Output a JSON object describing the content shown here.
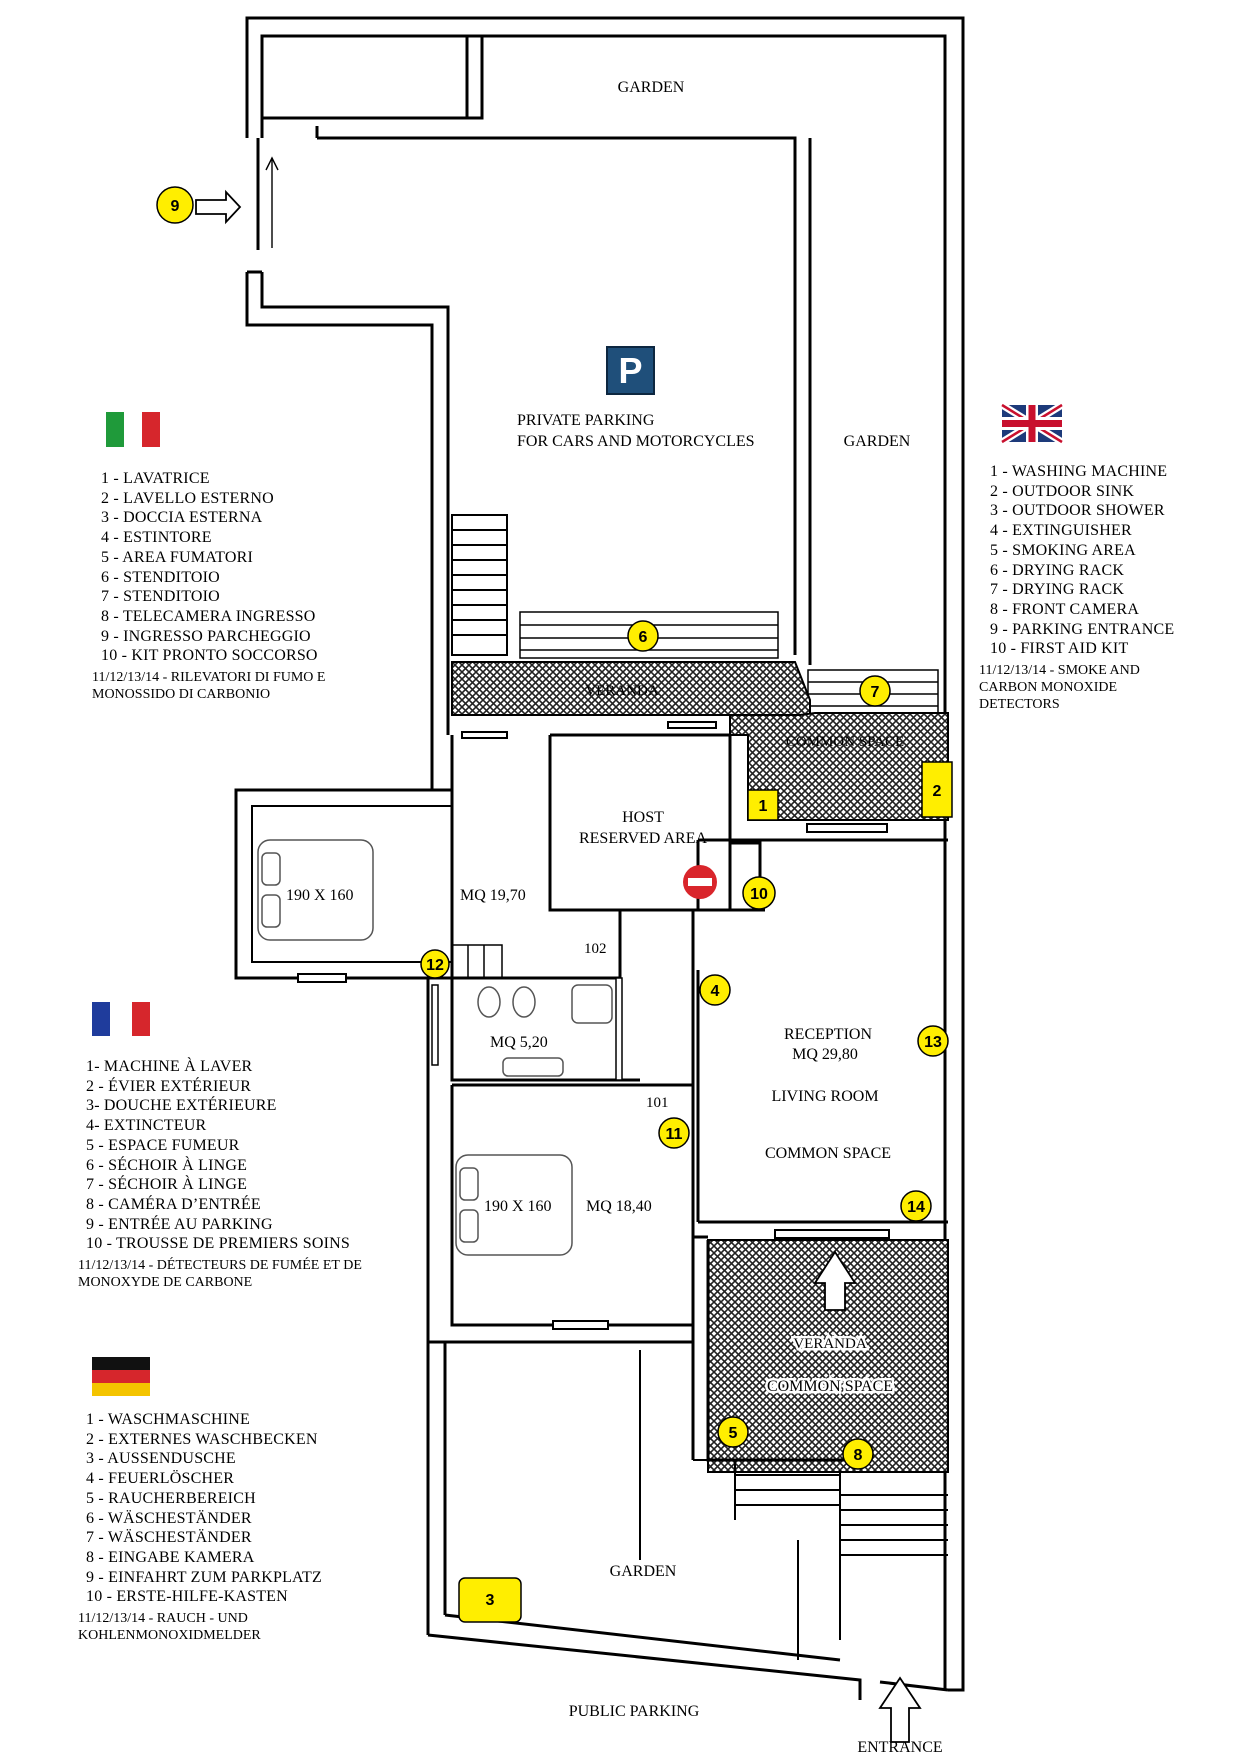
{
  "areas": {
    "garden_top": "GARDEN",
    "garden_right": "GARDEN",
    "garden_bottom": "GARDEN",
    "parking_sign": "P",
    "parking_line1": "PRIVATE PARKING",
    "parking_line2": "FOR CARS AND MOTORCYCLES",
    "veranda_top": "VERANDA",
    "common_space_top": "COMMON SPACE",
    "host_line1": "HOST",
    "host_line2": "RESERVED AREA",
    "bedroom1_size": "MQ 19,70",
    "bed1": "190 X 160",
    "door_102": "102",
    "bath_size": "MQ 5,20",
    "door_101": "101",
    "bedroom2_size": "MQ 18,40",
    "bed2": "190 X 160",
    "reception_line1": "RECEPTION",
    "reception_line2": "MQ 29,80",
    "living_room": "LIVING ROOM",
    "common_space_living": "COMMON SPACE",
    "veranda_bottom": "VERANDA",
    "common_space_bottom": "COMMON SPACE",
    "public_parking": "PUBLIC PARKING",
    "entrance": "ENTRANCE"
  },
  "markers": [
    "1",
    "2",
    "3",
    "4",
    "5",
    "6",
    "7",
    "8",
    "9",
    "10",
    "11",
    "12",
    "13",
    "14"
  ],
  "colors": {
    "marker_fill": "#ffee00",
    "hatch": "#222222",
    "parking_sign": "#1f4f7a",
    "no_entry": "#d9252b"
  },
  "icons": [
    "italy-flag-icon",
    "uk-flag-icon",
    "france-flag-icon",
    "germany-flag-icon",
    "parking-sign-icon",
    "no-entry-icon",
    "arrow-icon"
  ],
  "legend": {
    "it": {
      "items": [
        "1 - LAVATRICE",
        "2 - LAVELLO  ESTERNO",
        "3 - DOCCIA ESTERNA",
        "4 - ESTINTORE",
        "5 - AREA FUMATORI",
        "6 - STENDITOIO",
        "7 - STENDITOIO",
        "8 - TELECAMERA INGRESSO",
        "9 - INGRESSO PARCHEGGIO",
        "10 - KIT PRONTO SOCCORSO"
      ],
      "note": "11/12/13/14 - RILEVATORI DI FUMO E\nMONOSSIDO DI CARBONIO"
    },
    "en": {
      "items": [
        "1 - WASHING MACHINE",
        "2 - OUTDOOR SINK",
        "3 - OUTDOOR SHOWER",
        "4 - EXTINGUISHER",
        "5 - SMOKING AREA",
        "6 - DRYING RACK",
        "7 - DRYING RACK",
        "8 - FRONT CAMERA",
        "9 - PARKING ENTRANCE",
        "10 - FIRST AID KIT"
      ],
      "note": "11/12/13/14 - SMOKE AND\nCARBON MONOXIDE\nDETECTORS"
    },
    "fr": {
      "items": [
        "1- MACHINE À LAVER",
        "2 - ÉVIER EXTÉRIEUR",
        "3- DOUCHE EXTÉRIEURE",
        "4- EXTINCTEUR",
        "5 - ESPACE FUMEUR",
        "6 - SÉCHOIR À LINGE",
        "7 - SÉCHOIR À LINGE",
        "8 - CAMÉRA D’ENTRÉE",
        "9 - ENTRÉE AU PARKING",
        "10 - TROUSSE DE PREMIERS SOINS"
      ],
      "note": "11/12/13/14 - DÉTECTEURS DE FUMÉE ET DE\nMONOXYDE DE CARBONE"
    },
    "de": {
      "items": [
        "1 - WASCHMASCHINE",
        "2 - EXTERNES WASCHBECKEN",
        "3 - AUSSENDUSCHE",
        "4 - FEUERLÖSCHER",
        "5 - RAUCHERBEREICH",
        "6 - WÄSCHESTÄNDER",
        "7 - WÄSCHESTÄNDER",
        "8 - EINGABE KAMERA",
        "9 - EINFAHRT ZUM PARKPLATZ",
        "10 - ERSTE-HILFE-KASTEN"
      ],
      "note": "11/12/13/14 - RAUCH - UND\nKOHLENMONOXIDMELDER"
    }
  }
}
